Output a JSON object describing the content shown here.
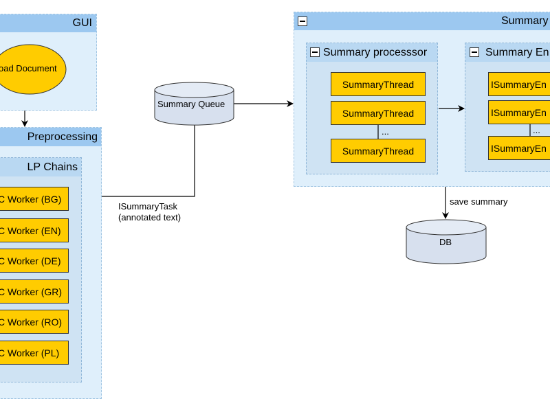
{
  "gui": {
    "title": "GUI",
    "load_document": "oad Document"
  },
  "preprocessing": {
    "title": "Preprocessing",
    "lp_chains": {
      "title": "LP Chains",
      "workers": [
        "C Worker (BG)",
        "C Worker (EN)",
        "C Worker (DE)",
        "C Worker (GR)",
        "C Worker (RO)",
        "C Worker (PL)"
      ]
    }
  },
  "queue": {
    "label": "Summary Queue"
  },
  "task_label": {
    "line1": "ISummaryTask",
    "line2": "(annotated text)"
  },
  "summary": {
    "title": "Summary",
    "processor": {
      "title": "Summary processsor",
      "threads": [
        "SummaryThread",
        "SummaryThread",
        "SummaryThread"
      ],
      "ellipsis": "..."
    },
    "engine": {
      "title": "Summary En",
      "items": [
        "ISummaryEn",
        "ISummaryEn",
        "ISummaryEn"
      ],
      "ellipsis": "..."
    }
  },
  "save_label": "save summary",
  "db": {
    "label": "DB"
  },
  "colors": {
    "group_bg": "#dfeffb",
    "inner_group_bg": "#cfe3f3",
    "header_bg": "#9cc8f0",
    "box_fill": "#ffcc00",
    "cylinder_fill": "#d7e0ee"
  }
}
